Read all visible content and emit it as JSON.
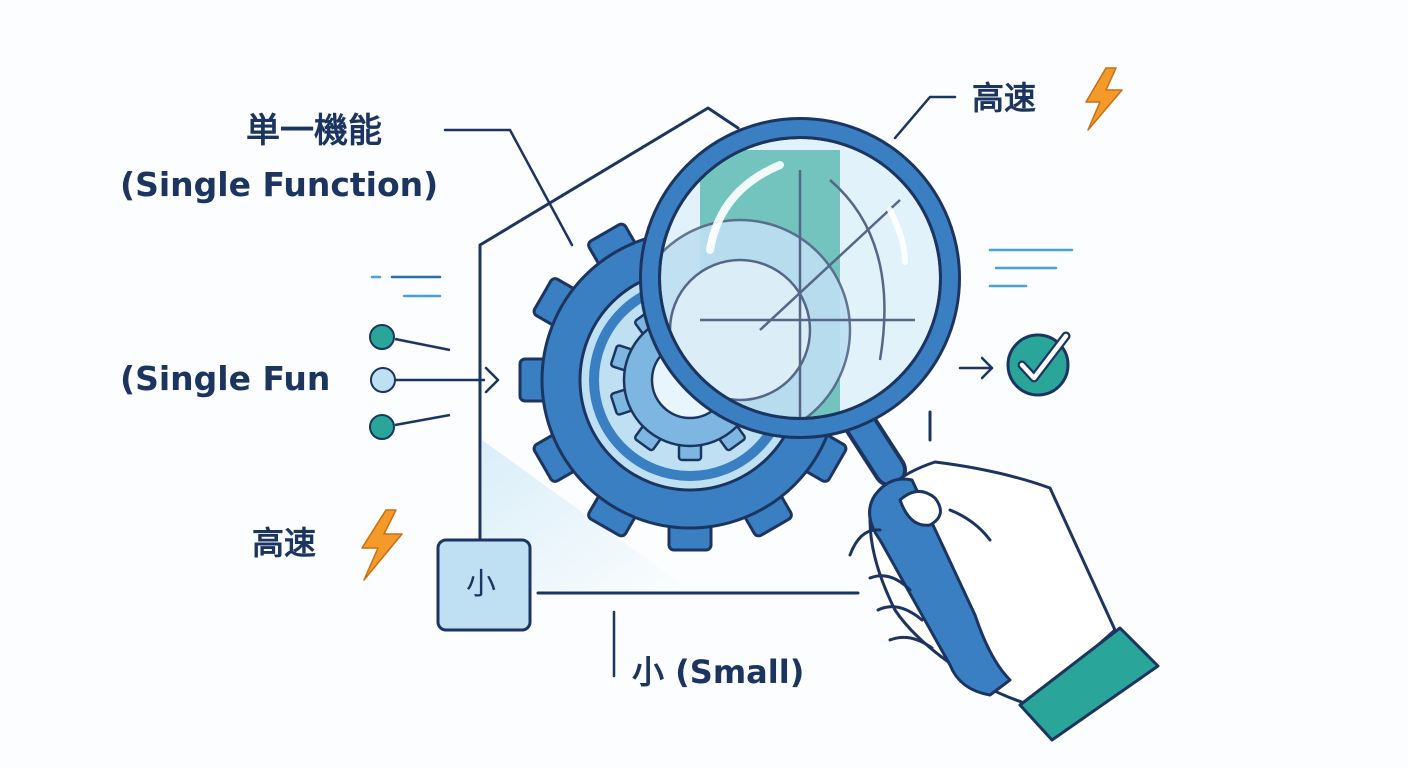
{
  "labels": {
    "single_function_jp": "単一機能",
    "single_function_en": "(Single Function)",
    "single_fun_truncated": "(Single Fun",
    "fast_top": "高速",
    "fast_left": "高速",
    "small_box": "小",
    "small_caption": "小 (Small)"
  },
  "icons": [
    "gear-icon",
    "magnifier-icon",
    "hand-icon",
    "lightning-icon",
    "check-circle-icon",
    "arrow-right-icon"
  ],
  "colors": {
    "navy": "#1c3560",
    "gear_blue": "#3a7fc2",
    "light_blue": "#bfe0f2",
    "teal": "#2aa59a",
    "orange": "#f39a2b"
  }
}
